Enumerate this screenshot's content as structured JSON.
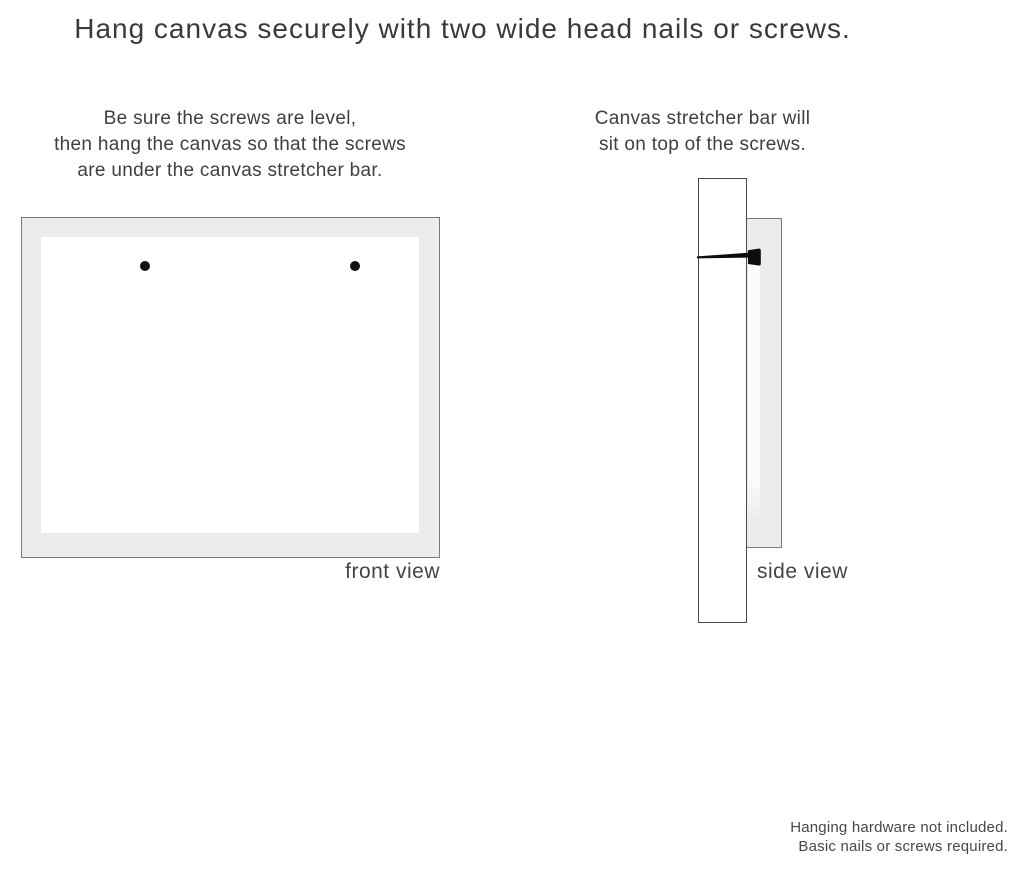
{
  "title": "Hang canvas securely with two wide head nails or screws.",
  "instructions": {
    "left": {
      "lines": [
        "Be sure the screws are level,",
        "then hang the canvas so that the screws",
        "are under the canvas stretcher bar."
      ]
    },
    "right": {
      "lines": [
        "Canvas stretcher bar will",
        "sit on top of the screws."
      ]
    }
  },
  "front_view": {
    "label": "front view",
    "nail_count": 2
  },
  "side_view": {
    "label": "side view"
  },
  "footer": {
    "lines": [
      "Hanging hardware not included.",
      "Basic nails or screws required."
    ]
  },
  "colors": {
    "background": "#ffffff",
    "frame_fill": "#ececec",
    "frame_border": "#7a7a7a",
    "bar_border": "#4a4a4a",
    "nail": "#0d0d0d",
    "text": "#3d3d3d"
  }
}
